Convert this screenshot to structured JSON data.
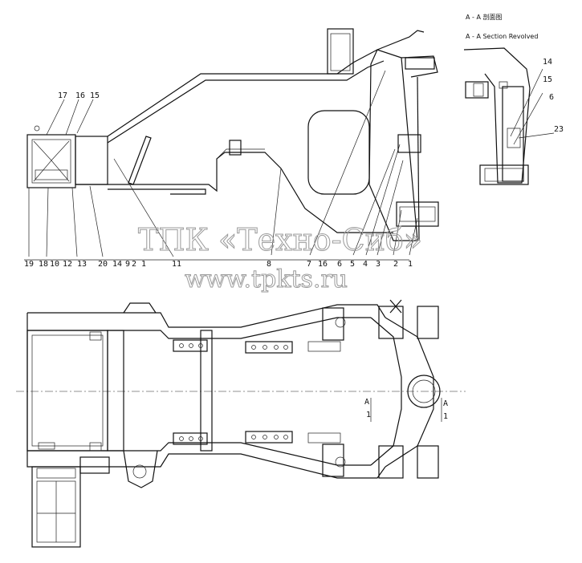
{
  "section_notes": [
    "A - A 剖面图",
    "A - A Section Revolved"
  ],
  "watermark": {
    "line1": "ТПК «Техно-Сиб»",
    "line2": "www.tpkts.ru"
  },
  "callouts_bottom": [
    "19",
    "18",
    "10",
    "12",
    "13",
    "20",
    "14",
    "9",
    "2",
    "1",
    "11",
    "8",
    "7",
    "16",
    "6",
    "5",
    "4",
    "3",
    "2",
    "1"
  ],
  "callouts_top_left": [
    "17",
    "16",
    "15"
  ],
  "callouts_section": [
    "14",
    "15",
    "6",
    "23"
  ],
  "section_marks": [
    "A",
    "1",
    "A",
    "1"
  ]
}
